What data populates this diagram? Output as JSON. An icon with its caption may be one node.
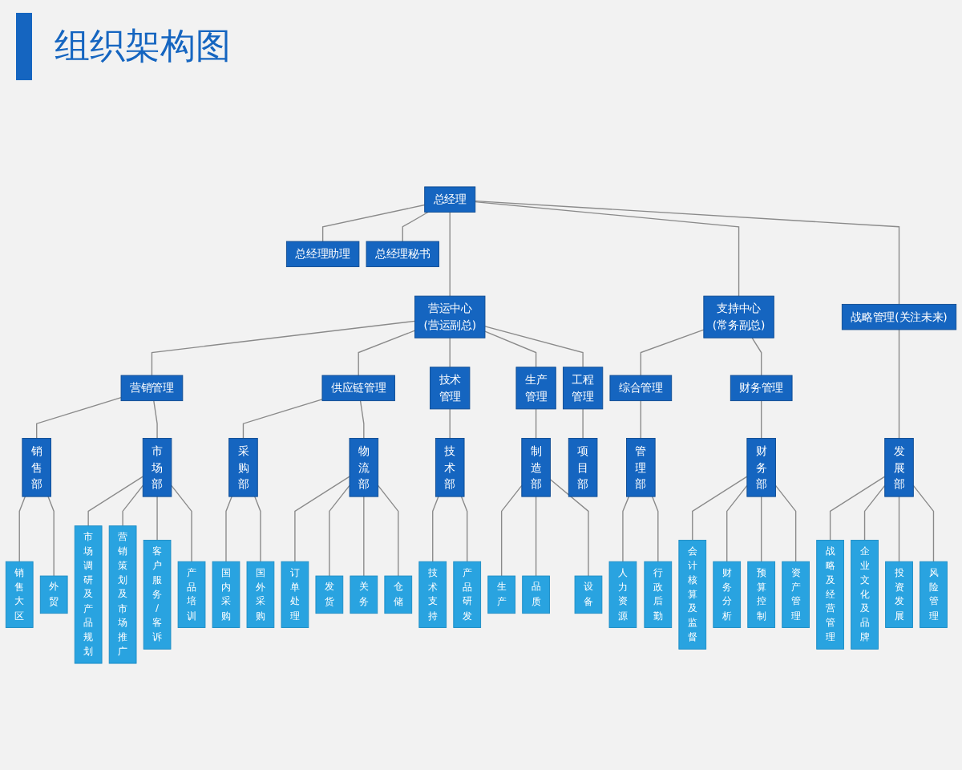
{
  "diagram": {
    "title": "组织架构图",
    "nodes": [
      {
        "text": [
          "总经理"
        ]
      },
      {
        "text": [
          "总经理助理"
        ]
      },
      {
        "text": [
          "总经理秘书"
        ]
      },
      {
        "text": [
          "营运中心",
          "(营运副总)"
        ]
      },
      {
        "text": [
          "支持中心",
          "(常务副总)"
        ]
      },
      {
        "text": [
          "营销管理"
        ]
      },
      {
        "text": [
          "供应链管理"
        ]
      },
      {
        "text": [
          "技术管理"
        ]
      },
      {
        "text": [
          "生产管理"
        ]
      },
      {
        "text": [
          "工程管理"
        ]
      },
      {
        "text": [
          "综合管理"
        ]
      },
      {
        "text": [
          "财务管理"
        ]
      },
      {
        "text": [
          "战略管理(关注未来)"
        ]
      },
      {
        "text": [
          "销售部"
        ]
      },
      {
        "text": [
          "市场部"
        ]
      },
      {
        "text": [
          "采购部"
        ]
      },
      {
        "text": [
          "物流部"
        ]
      },
      {
        "text": [
          "技术部"
        ]
      },
      {
        "text": [
          "制造部"
        ]
      },
      {
        "text": [
          "项目部"
        ]
      },
      {
        "text": [
          "管理部"
        ]
      },
      {
        "text": [
          "财务部"
        ]
      },
      {
        "text": [
          "发展部"
        ]
      },
      {
        "text": [
          "销售大区"
        ]
      },
      {
        "text": [
          "外贸"
        ]
      },
      {
        "text": [
          "市场调研及产品规划"
        ]
      },
      {
        "text": [
          "营销策划及市场推广"
        ]
      },
      {
        "text": [
          "客户服务/客诉"
        ]
      },
      {
        "text": [
          "产品培训"
        ]
      },
      {
        "text": [
          "国内采购"
        ]
      },
      {
        "text": [
          "国外采购"
        ]
      },
      {
        "text": [
          "订单处理"
        ]
      },
      {
        "text": [
          "发货"
        ]
      },
      {
        "text": [
          "关务"
        ]
      },
      {
        "text": [
          "仓储"
        ]
      },
      {
        "text": [
          "技术支持"
        ]
      },
      {
        "text": [
          "产品研发"
        ]
      },
      {
        "text": [
          "生产"
        ]
      },
      {
        "text": [
          "品质"
        ]
      },
      {
        "text": [
          "设备"
        ]
      },
      {
        "text": [
          "人力资源"
        ]
      },
      {
        "text": [
          "行政后勤"
        ]
      },
      {
        "text": [
          "会计核算及监督"
        ]
      },
      {
        "text": [
          "财务分析"
        ]
      },
      {
        "text": [
          "预算控制"
        ]
      },
      {
        "text": [
          "资产管理"
        ]
      },
      {
        "text": [
          "战略及经营管理"
        ]
      },
      {
        "text": [
          "企业文化及品牌"
        ]
      },
      {
        "text": [
          "投资发展"
        ]
      },
      {
        "text": [
          "风险管理"
        ]
      }
    ],
    "edges": [
      {
        "from": 0,
        "to": 1,
        "arrow": "none"
      },
      {
        "from": 0,
        "to": 2,
        "arrow": "none"
      },
      {
        "from": 0,
        "to": 3,
        "arrow": "none"
      },
      {
        "from": 0,
        "to": 4,
        "arrow": "none"
      },
      {
        "from": 0,
        "to": 12,
        "arrow": "none"
      },
      {
        "from": 3,
        "to": 5,
        "arrow": "none"
      },
      {
        "from": 3,
        "to": 6,
        "arrow": "none"
      },
      {
        "from": 3,
        "to": 7,
        "arrow": "none"
      },
      {
        "from": 3,
        "to": 8,
        "arrow": "none"
      },
      {
        "from": 3,
        "to": 9,
        "arrow": "none"
      },
      {
        "from": 4,
        "to": 10,
        "arrow": "none"
      },
      {
        "from": 4,
        "to": 11,
        "arrow": "none"
      },
      {
        "from": 5,
        "to": 13,
        "arrow": "none"
      },
      {
        "from": 5,
        "to": 14,
        "arrow": "none"
      },
      {
        "from": 6,
        "to": 15,
        "arrow": "none"
      },
      {
        "from": 6,
        "to": 16,
        "arrow": "none"
      },
      {
        "from": 7,
        "to": 17,
        "arrow": "none"
      },
      {
        "from": 8,
        "to": 18,
        "arrow": "none"
      },
      {
        "from": 9,
        "to": 19,
        "arrow": "none"
      },
      {
        "from": 10,
        "to": 20,
        "arrow": "none"
      },
      {
        "from": 11,
        "to": 21,
        "arrow": "none"
      },
      {
        "from": 12,
        "to": 22,
        "arrow": "none"
      },
      {
        "from": 13,
        "to": 23,
        "arrow": "none"
      },
      {
        "from": 13,
        "to": 24,
        "arrow": "none"
      },
      {
        "from": 14,
        "to": 25,
        "arrow": "none"
      },
      {
        "from": 14,
        "to": 26,
        "arrow": "none"
      },
      {
        "from": 14,
        "to": 27,
        "arrow": "none"
      },
      {
        "from": 14,
        "to": 28,
        "arrow": "none"
      },
      {
        "from": 15,
        "to": 29,
        "arrow": "none"
      },
      {
        "from": 15,
        "to": 30,
        "arrow": "none"
      },
      {
        "from": 16,
        "to": 31,
        "arrow": "none"
      },
      {
        "from": 16,
        "to": 32,
        "arrow": "none"
      },
      {
        "from": 16,
        "to": 33,
        "arrow": "none"
      },
      {
        "from": 16,
        "to": 34,
        "arrow": "none"
      },
      {
        "from": 17,
        "to": 35,
        "arrow": "none"
      },
      {
        "from": 17,
        "to": 36,
        "arrow": "none"
      },
      {
        "from": 18,
        "to": 37,
        "arrow": "none"
      },
      {
        "from": 18,
        "to": 38,
        "arrow": "none"
      },
      {
        "from": 18,
        "to": 39,
        "arrow": "none"
      },
      {
        "from": 20,
        "to": 40,
        "arrow": "none"
      },
      {
        "from": 20,
        "to": 41,
        "arrow": "none"
      },
      {
        "from": 21,
        "to": 42,
        "arrow": "none"
      },
      {
        "from": 21,
        "to": 43,
        "arrow": "none"
      },
      {
        "from": 21,
        "to": 44,
        "arrow": "none"
      },
      {
        "from": 21,
        "to": 45,
        "arrow": "none"
      },
      {
        "from": 22,
        "to": 46,
        "arrow": "none"
      },
      {
        "from": 22,
        "to": 47,
        "arrow": "none"
      },
      {
        "from": 22,
        "to": 48,
        "arrow": "none"
      },
      {
        "from": 22,
        "to": 49,
        "arrow": "none"
      }
    ]
  }
}
